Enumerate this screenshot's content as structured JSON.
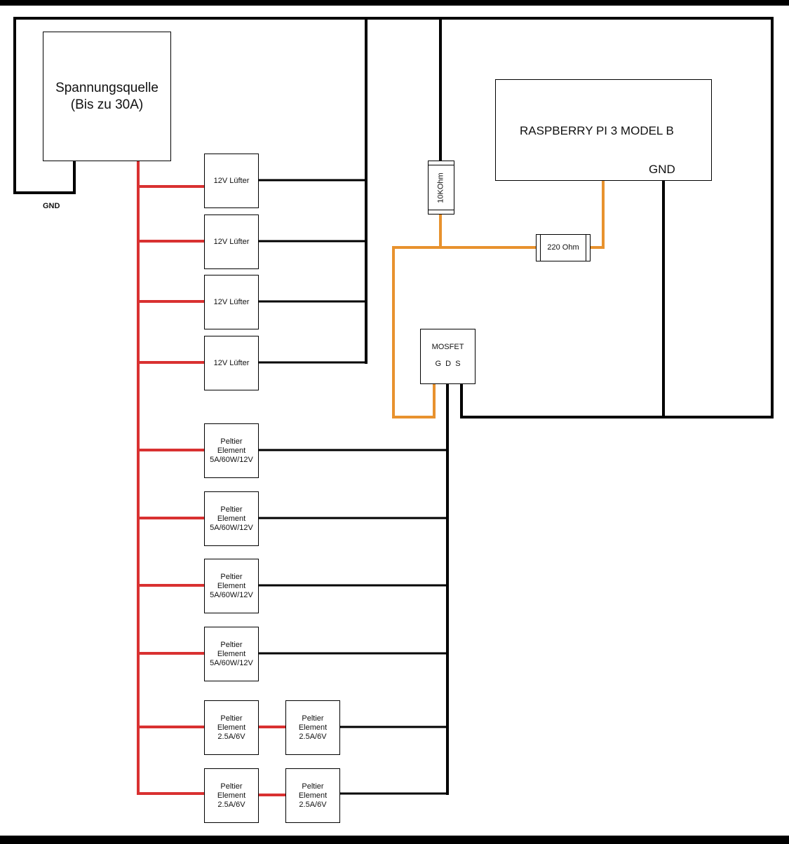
{
  "colors": {
    "power_wire": "#d93131",
    "ground_wire": "#000000",
    "signal_wire": "#e8922e",
    "background": "#ffffff",
    "frame": "#000000"
  },
  "power_source": {
    "line1": "Spannungsquelle",
    "line2": "(Bis zu 30A)"
  },
  "left_gnd_label": "GND",
  "raspberry": {
    "title": "RASPBERRY PI 3 MODEL B",
    "gnd": "GND"
  },
  "resistor_10k": "10KOhm",
  "resistor_220": "220 Ohm",
  "mosfet": {
    "title": "MOSFET",
    "pins": "G  D  S"
  },
  "fans": [
    {
      "label": "12V Lüfter"
    },
    {
      "label": "12V Lüfter"
    },
    {
      "label": "12V Lüfter"
    },
    {
      "label": "12V Lüfter"
    }
  ],
  "peltier_large": [
    {
      "l1": "Peltier",
      "l2": "Element",
      "l3": "5A/60W/12V"
    },
    {
      "l1": "Peltier",
      "l2": "Element",
      "l3": "5A/60W/12V"
    },
    {
      "l1": "Peltier",
      "l2": "Element",
      "l3": "5A/60W/12V"
    },
    {
      "l1": "Peltier",
      "l2": "Element",
      "l3": "5A/60W/12V"
    }
  ],
  "peltier_small": [
    {
      "l1": "Peltier",
      "l2": "Element",
      "l3": "2.5A/6V"
    },
    {
      "l1": "Peltier",
      "l2": "Element",
      "l3": "2.5A/6V"
    },
    {
      "l1": "Peltier",
      "l2": "Element",
      "l3": "2.5A/6V"
    },
    {
      "l1": "Peltier",
      "l2": "Element",
      "l3": "2.5A/6V"
    }
  ]
}
